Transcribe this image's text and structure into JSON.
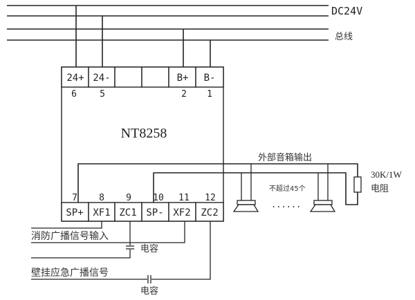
{
  "bus": {
    "power_label": "DC24V",
    "signal_label": "总线"
  },
  "module": {
    "name": "NT8258",
    "top_terminals": [
      {
        "label": "24+",
        "number": "6"
      },
      {
        "label": "24-",
        "number": "5"
      },
      {
        "label": "",
        "number": ""
      },
      {
        "label": "",
        "number": ""
      },
      {
        "label": "B+",
        "number": "2"
      },
      {
        "label": "B-",
        "number": "1"
      }
    ],
    "bottom_terminals": [
      {
        "label": "SP+",
        "number": "7"
      },
      {
        "label": "XF1",
        "number": "8"
      },
      {
        "label": "ZC1",
        "number": "9"
      },
      {
        "label": "SP-",
        "number": "10"
      },
      {
        "label": "XF2",
        "number": "11"
      },
      {
        "label": "ZC2",
        "number": "12"
      }
    ]
  },
  "speaker_output": {
    "label": "外部音箱输出",
    "count_note": "不超过45个",
    "ellipsis": "......",
    "resistor_value": "30K/1W",
    "resistor_label": "电阻"
  },
  "inputs": {
    "fire_broadcast_label": "消防广播信号输入",
    "wall_broadcast_label": "壁挂应急广播信号",
    "capacitor1_label": "电容",
    "capacitor2_label": "电容"
  }
}
